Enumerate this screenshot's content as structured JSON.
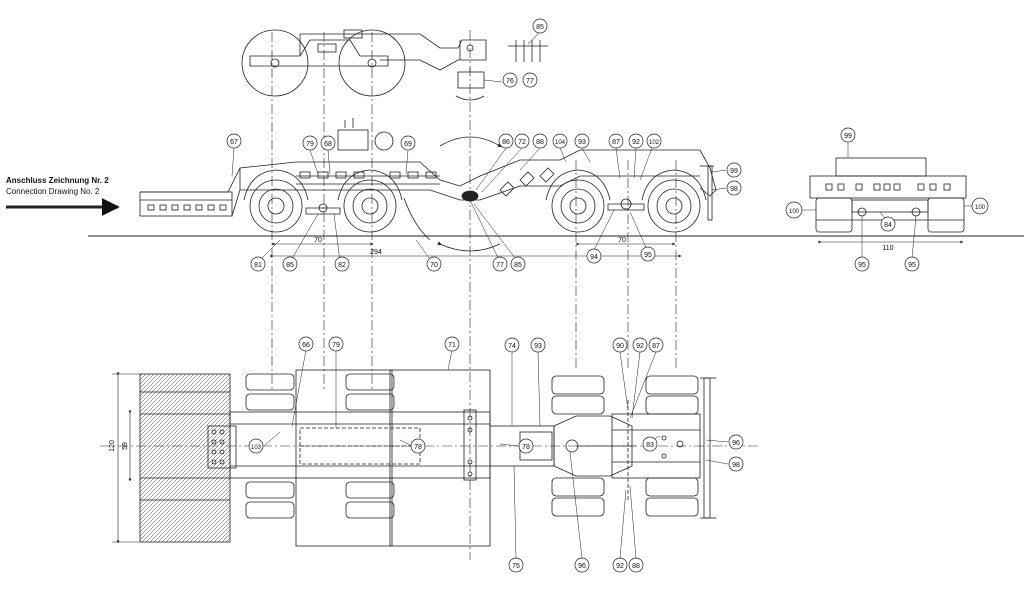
{
  "connection": {
    "title": "Anschluss Zeichnung Nr. 2",
    "subtitle": "Connection Drawing No. 2"
  },
  "callouts": {
    "c85a": "85",
    "c76": "76",
    "c77a": "77",
    "c67": "67",
    "c79a": "79",
    "c68": "68",
    "c69": "69",
    "c86": "86",
    "c72": "72",
    "c88a": "88",
    "c104": "104",
    "c93a": "93",
    "c87a": "87",
    "c92a": "92",
    "c102": "102",
    "c99a": "99",
    "c98a": "98",
    "c81": "81",
    "c85b": "85",
    "c82": "82",
    "c70": "70",
    "c77b": "77",
    "c85c": "85",
    "c94": "94",
    "c95a": "95",
    "c99b": "99",
    "c100a": "100",
    "c100b": "100",
    "c84": "84",
    "c95b": "95",
    "c95c": "95",
    "c66": "66",
    "c79b": "79",
    "c71": "71",
    "c74": "74",
    "c93b": "93",
    "c90": "90",
    "c87b": "87",
    "c103": "103",
    "c78a": "78",
    "c78b": "78",
    "c83": "83",
    "c96a": "96",
    "c98b": "98",
    "c92b": "92",
    "c88b": "88",
    "c75": "75",
    "c96b": "96",
    "c92c": "92"
  },
  "dimensions": {
    "side_axle_left": "70",
    "side_axle_right": "70",
    "side_span": "294",
    "front_width": "110",
    "plan_width": "120",
    "plan_inner": "59"
  }
}
